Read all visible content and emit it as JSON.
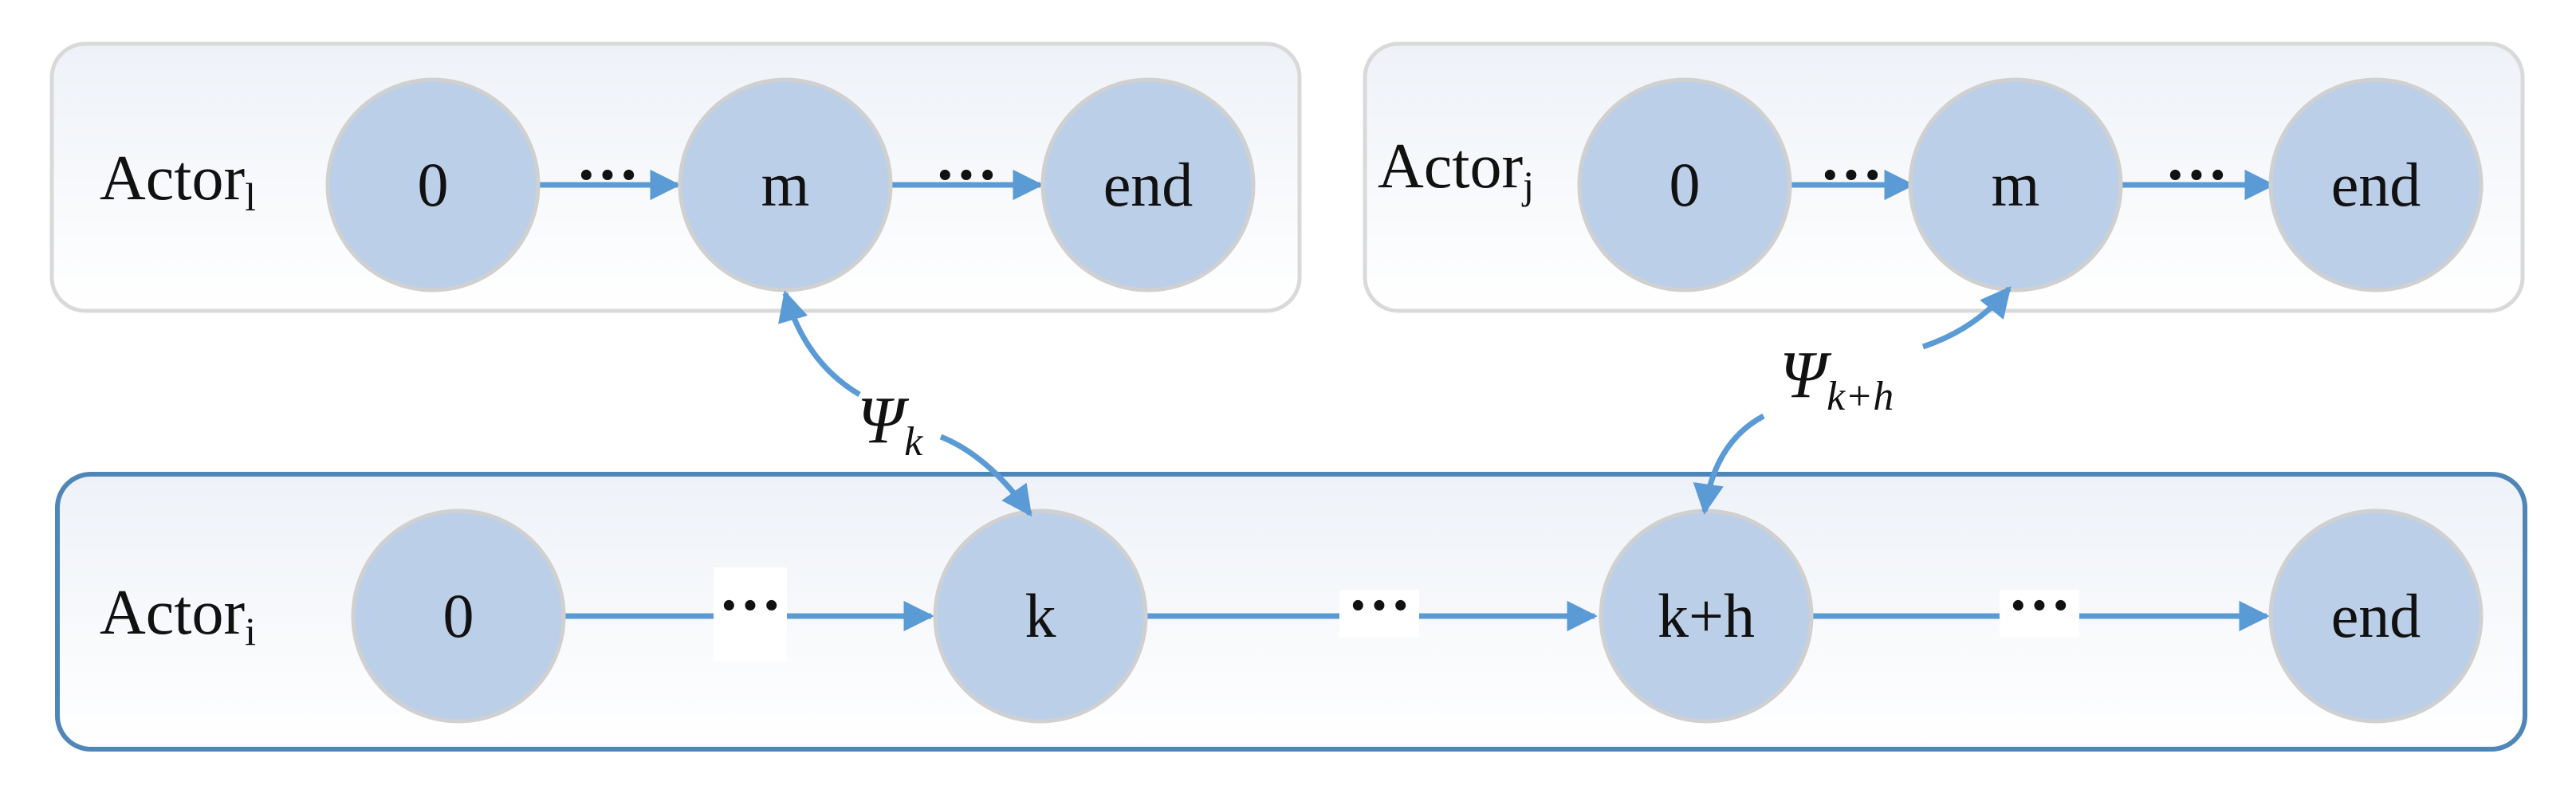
{
  "colors": {
    "node_fill": "#bccfe8",
    "node_stroke": "#d0d0d0",
    "arrow": "#5b9bd5",
    "dots": "#111111",
    "top_panel_stroke": "#d9d9d9",
    "bottom_panel_stroke": "#4f86b8"
  },
  "actors": {
    "l": {
      "name": "Actor",
      "sub": "l",
      "nodes": [
        "0",
        "m",
        "end"
      ],
      "connector": "···"
    },
    "j": {
      "name": "Actor",
      "sub": "j",
      "nodes": [
        "0",
        "m",
        "end"
      ],
      "connector": "···"
    },
    "i": {
      "name": "Actor",
      "sub": "i",
      "nodes": [
        "0",
        "k",
        "k+h",
        "end"
      ],
      "connector": "···"
    }
  },
  "links": {
    "psi_k": {
      "symbol": "Ψ",
      "sub": "k"
    },
    "psi_kh": {
      "symbol": "Ψ",
      "sub": "k+h"
    }
  }
}
